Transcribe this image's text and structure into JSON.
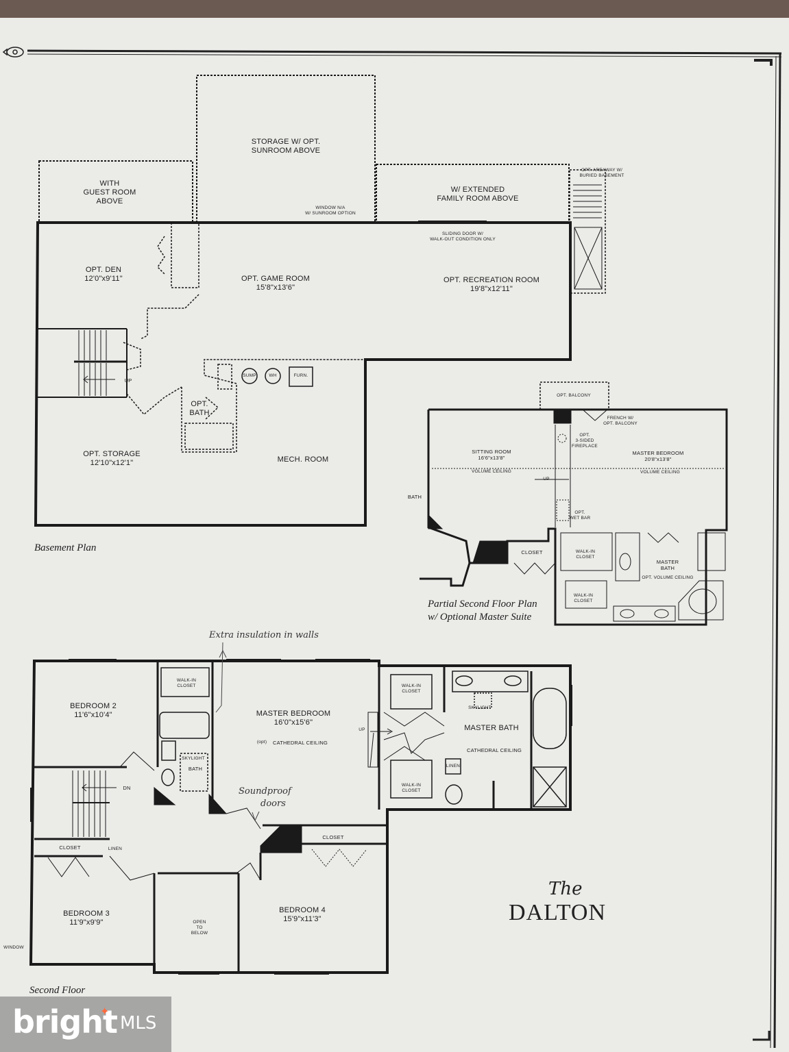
{
  "brand": {
    "the": "The",
    "name": "DALTON"
  },
  "watermark": {
    "main": "bright",
    "mls": "MLS"
  },
  "captions": {
    "basement": "Basement Plan",
    "partial_line1": "Partial Second Floor Plan",
    "partial_line2": "w/ Optional Master Suite",
    "second": "Second Floor"
  },
  "handwritten": {
    "insulation": "Extra insulation in walls",
    "soundproof_line1": "Soundproof",
    "soundproof_line2": "doors",
    "skylight_note": "SKYLIGHT",
    "opt_note": "(opt)"
  },
  "basement": {
    "storage": "STORAGE W/ OPT.\nSUNROOM ABOVE",
    "guest": "WITH\nGUEST ROOM\nABOVE",
    "extended": "W/ EXTENDED\nFAMILY ROOM ABOVE",
    "areaway": "OPT. AREAWAY W/\nBURIED BASEMENT",
    "window_na": "WINDOW N/A\nW/ SUNROOM OPTION",
    "sliding_door": "SLIDING DOOR W/\nWALK-OUT CONDITION ONLY",
    "den": "OPT. DEN\n12'0\"x9'11\"",
    "game": "OPT. GAME ROOM\n15'8\"x13'6\"",
    "recreation": "OPT. RECREATION ROOM\n19'8\"x12'11\"",
    "up": "UP",
    "sump": "SUMP",
    "wh": "WH",
    "furn": "FURN.",
    "opt_bath": "OPT.\nBATH",
    "storage_room": "OPT. STORAGE\n12'10\"x12'1\"",
    "mech": "MECH. ROOM"
  },
  "partial": {
    "balcony": "OPT. BALCONY",
    "french": "FRENCH W/\nOPT. BALCONY",
    "fireplace": "OPT.\n3-SIDED\nFIREPLACE",
    "sitting": "SITTING ROOM\n16'6\"x13'8\"",
    "master": "MASTER BEDROOM\n20'8\"x13'8\"",
    "volume1": "VOLUME CEILING",
    "volume2": "VOLUME CEILING",
    "up": "UP",
    "bath": "BATH",
    "wet_bar": "OPT.\nWET BAR",
    "closet": "CLOSET",
    "walkin1": "WALK-IN\nCLOSET",
    "walkin2": "WALK-IN\nCLOSET",
    "master_bath": "MASTER\nBATH",
    "opt_volume": "OPT. VOLUME CEILING"
  },
  "second": {
    "bedroom2": "BEDROOM 2\n11'6\"x10'4\"",
    "walkin_a": "WALK-IN\nCLOSET",
    "master": "MASTER BEDROOM\n16'0\"x15'6\"",
    "cathedral": "CATHEDRAL CEILING",
    "up": "UP",
    "walkin_b": "WALK-IN\nCLOSET",
    "skylight": "SKYLIGHT",
    "master_bath": "MASTER BATH",
    "cathedral2": "CATHEDRAL CEILING",
    "linen": "LINEN",
    "walkin_c": "WALK-IN\nCLOSET",
    "bath": "BATH",
    "dn": "DN",
    "closet_a": "CLOSET",
    "closet_b": "CLOSET",
    "linen2": "LINEN",
    "bedroom3": "BEDROOM 3\n11'9\"x9'9\"",
    "open": "OPEN\nTO\nBELOW",
    "bedroom4": "BEDROOM 4\n15'9\"x11'3\"",
    "window": "WINDOW"
  }
}
